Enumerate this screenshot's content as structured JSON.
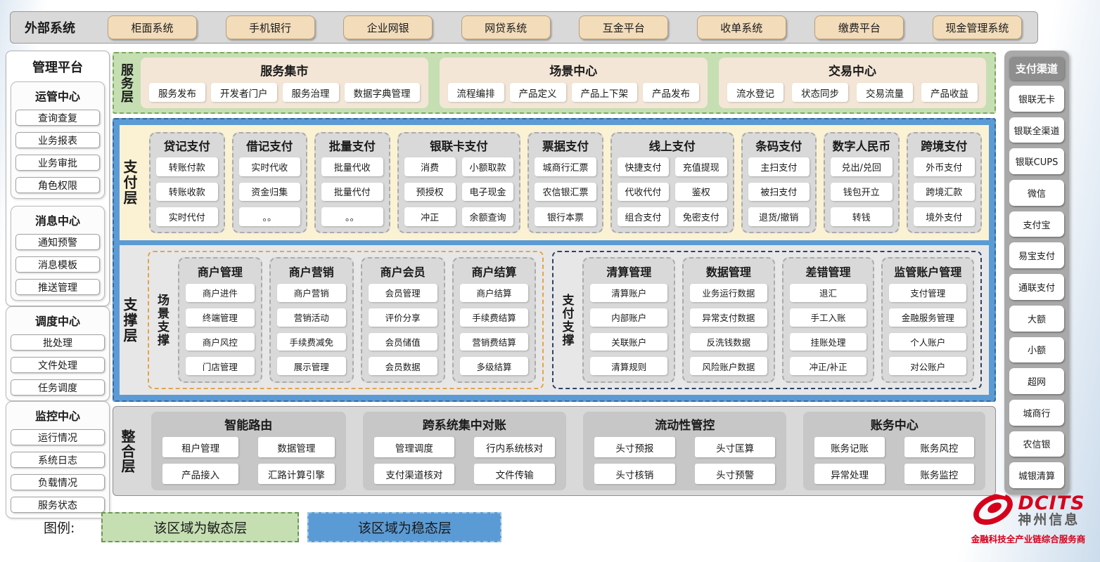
{
  "colors": {
    "agile_green": "#c5dfb3",
    "stable_blue": "#5b9bd5",
    "payment_cream": "#fbf2d3",
    "external_button_tan": "#f2dcba",
    "brand_red": "#d6001c"
  },
  "external_systems": {
    "label": "外部系统",
    "items": [
      "柜面系统",
      "手机银行",
      "企业网银",
      "网贷系统",
      "互金平台",
      "收单系统",
      "缴费平台",
      "现金管理系统"
    ]
  },
  "management_platform": {
    "panels": [
      {
        "title": "管理平台",
        "groups": [
          {
            "title": "运管中心",
            "items": [
              "查询查复",
              "业务报表",
              "业务审批",
              "角色权限"
            ]
          },
          {
            "title": "消息中心",
            "items": [
              "通知预警",
              "消息模板",
              "推送管理"
            ]
          }
        ]
      },
      {
        "title": "",
        "groups": [
          {
            "title": "调度中心",
            "items": [
              "批处理",
              "文件处理",
              "任务调度"
            ]
          }
        ]
      },
      {
        "title": "",
        "groups": [
          {
            "title": "监控中心",
            "items": [
              "运行情况",
              "系统日志",
              "负载情况",
              "服务状态"
            ]
          }
        ]
      }
    ]
  },
  "service_layer": {
    "label": "服务层",
    "groups": [
      {
        "title": "服务集市",
        "items": [
          "服务发布",
          "开发者门户",
          "服务治理",
          "数据字典管理"
        ]
      },
      {
        "title": "场景中心",
        "items": [
          "流程编排",
          "产品定义",
          "产品上下架",
          "产品发布"
        ]
      },
      {
        "title": "交易中心",
        "items": [
          "流水登记",
          "状态同步",
          "交易流量",
          "产品收益"
        ]
      }
    ]
  },
  "payment_layer": {
    "label": "支付层",
    "columns": [
      {
        "title": "贷记支付",
        "items": [
          "转账付款",
          "转账收款",
          "实时代付"
        ]
      },
      {
        "title": "借记支付",
        "items": [
          "实时代收",
          "资金归集",
          "。。"
        ]
      },
      {
        "title": "批量支付",
        "items": [
          "批量代收",
          "批量代付",
          "。。"
        ]
      },
      {
        "title": "银联卡支付",
        "items": [
          "消费",
          "小额取款",
          "预授权",
          "电子现金",
          "冲正",
          "余额查询"
        ]
      },
      {
        "title": "票据支付",
        "items": [
          "城商行汇票",
          "农信银汇票",
          "银行本票"
        ]
      },
      {
        "title": "线上支付",
        "items": [
          "快捷支付",
          "充值提现",
          "代收代付",
          "鉴权",
          "组合支付",
          "免密支付"
        ]
      },
      {
        "title": "条码支付",
        "items": [
          "主扫支付",
          "被扫支付",
          "退货/撤销"
        ]
      },
      {
        "title": "数字人民币",
        "items": [
          "兑出/兑回",
          "钱包开立",
          "转钱"
        ]
      },
      {
        "title": "跨境支付",
        "items": [
          "外币支付",
          "跨境汇款",
          "境外支付"
        ]
      }
    ]
  },
  "support_layer": {
    "label": "支撑层",
    "sections": [
      {
        "label": "场景支撑",
        "columns": [
          {
            "title": "商户管理",
            "items": [
              "商户进件",
              "终端管理",
              "商户风控",
              "门店管理"
            ]
          },
          {
            "title": "商户营销",
            "items": [
              "商户营销",
              "营销活动",
              "手续费减免",
              "展示管理"
            ]
          },
          {
            "title": "商户会员",
            "items": [
              "会员管理",
              "评价分享",
              "会员储值",
              "会员数据"
            ]
          },
          {
            "title": "商户结算",
            "items": [
              "商户结算",
              "手续费结算",
              "营销费结算",
              "多级结算"
            ]
          }
        ]
      },
      {
        "label": "支付支撑",
        "columns": [
          {
            "title": "清算管理",
            "items": [
              "清算账户",
              "内部账户",
              "关联账户",
              "清算规则"
            ]
          },
          {
            "title": "数据管理",
            "items": [
              "业务运行数据",
              "异常支付数据",
              "反洗钱数据",
              "风险账户数据"
            ]
          },
          {
            "title": "差错管理",
            "items": [
              "退汇",
              "手工入账",
              "挂账处理",
              "冲正/补正"
            ]
          },
          {
            "title": "监管账户管理",
            "items": [
              "支付管理",
              "金融服务管理",
              "个人账户",
              "对公账户"
            ]
          }
        ]
      }
    ]
  },
  "integration_layer": {
    "label": "整合层",
    "groups": [
      {
        "title": "智能路由",
        "items": [
          "租户管理",
          "数据管理",
          "产品接入",
          "汇路计算引擎"
        ]
      },
      {
        "title": "跨系统集中对账",
        "items": [
          "管理调度",
          "行内系统核对",
          "支付渠道核对",
          "文件传输"
        ]
      },
      {
        "title": "流动性管控",
        "items": [
          "头寸预报",
          "头寸匡算",
          "头寸核销",
          "头寸预警"
        ]
      },
      {
        "title": "账务中心",
        "items": [
          "账务记账",
          "账务风控",
          "异常处理",
          "账务监控"
        ]
      }
    ]
  },
  "payment_channels": {
    "title": "支付渠道",
    "items": [
      "银联无卡",
      "银联全渠道",
      "银联CUPS",
      "微信",
      "支付宝",
      "易宝支付",
      "通联支付",
      "大额",
      "小额",
      "超网",
      "城商行",
      "农信银",
      "城银清算"
    ]
  },
  "legend": {
    "label": "图例:",
    "agile_label": "该区域为敏态层",
    "stable_label": "该区域为稳态层"
  },
  "logo": {
    "brand": "DCITS",
    "company": "神州信息",
    "tagline": "金融科技全产业链综合服务商"
  }
}
